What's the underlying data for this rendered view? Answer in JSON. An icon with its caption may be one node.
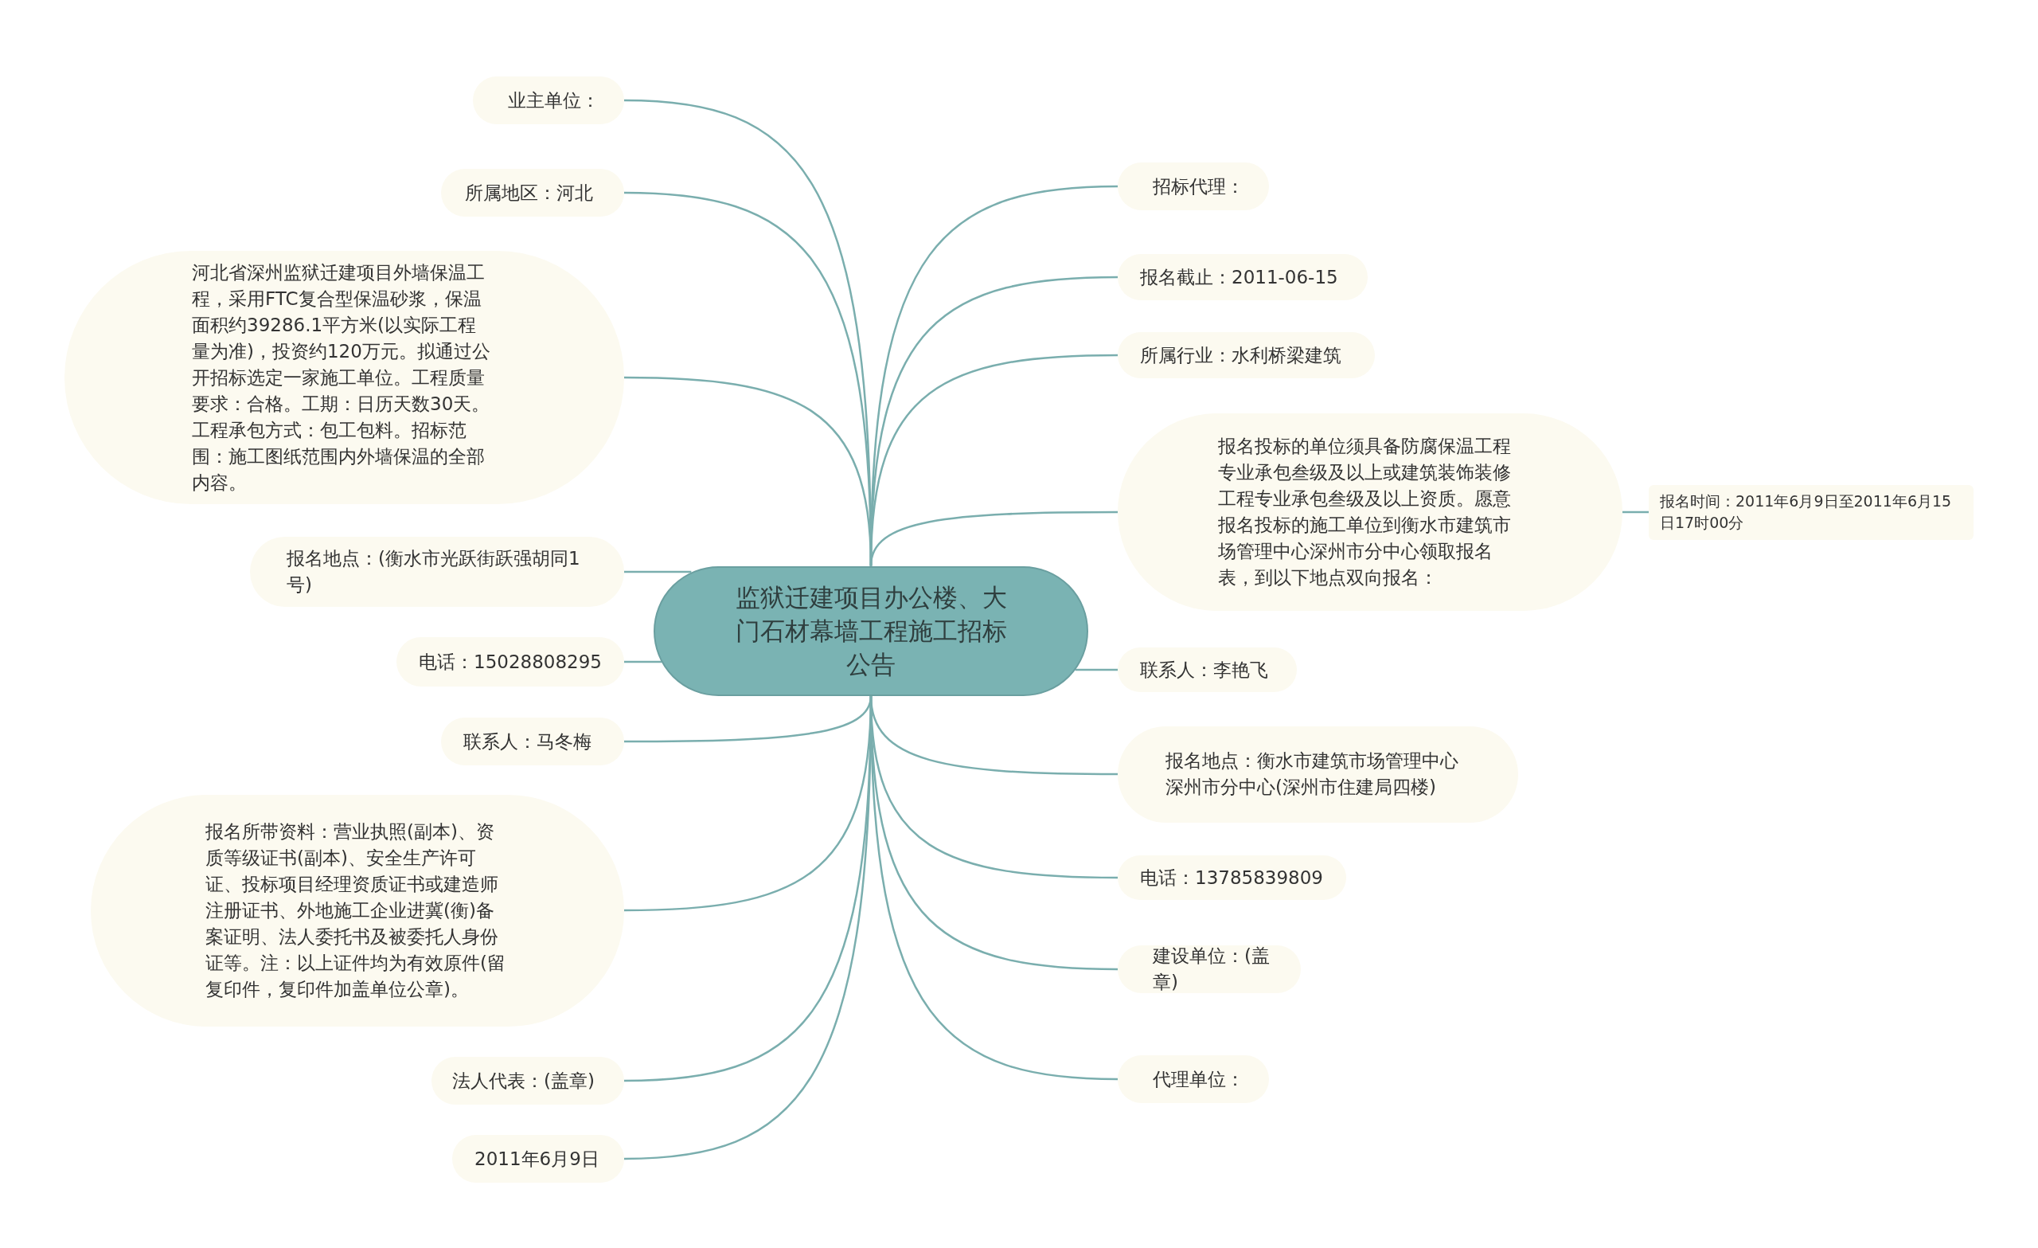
{
  "diagram": {
    "nodes": [
      {
        "text": [
          "监狱迁建项目办公楼、大门石材幕墙工程施工招标公告"
        ]
      },
      {
        "text": [
          "业主单位："
        ]
      },
      {
        "text": [
          "所属地区：河北"
        ]
      },
      {
        "text": [
          "河北省深州监狱迁建项目外墙保温工程，采用FTC复合型保温砂浆，保温面积约39286.1平方米(以实际工程量为准)，投资约120万元。拟通过公开招标选定一家施工单位。工程质量要求：合格。工期：日历天数30天。工程承包方式：包工包料。招标范围：施工图纸范围内外墙保温的全部内容。"
        ]
      },
      {
        "text": [
          "报名地点：(衡水市光跃街跃强胡同1号)"
        ]
      },
      {
        "text": [
          "电话：15028808295"
        ]
      },
      {
        "text": [
          "联系人：马冬梅"
        ]
      },
      {
        "text": [
          "报名所带资料：营业执照(副本)、资质等级证书(副本)、安全生产许可证、投标项目经理资质证书或建造师注册证书、外地施工企业进冀(衡)备案证明、法人委托书及被委托人身份证等。注：以上证件均为有效原件(留复印件，复印件加盖单位公章)。"
        ]
      },
      {
        "text": [
          "法人代表：(盖章)"
        ]
      },
      {
        "text": [
          "2011年6月9日"
        ]
      },
      {
        "text": [
          "招标代理："
        ]
      },
      {
        "text": [
          "报名截止：2011-06-15"
        ]
      },
      {
        "text": [
          "所属行业：水利桥梁建筑"
        ]
      },
      {
        "text": [
          "报名投标的单位须具备防腐保温工程专业承包叁级及以上或建筑装饰装修工程专业承包叁级及以上资质。愿意报名投标的施工单位到衡水市建筑市场管理中心深州市分中心领取报名表，到以下地点双向报名："
        ]
      },
      {
        "text": [
          "报名时间：2011年6月9日至2011年6月15日17时00分"
        ]
      },
      {
        "text": [
          "联系人：李艳飞"
        ]
      },
      {
        "text": [
          "报名地点：衡水市建筑市场管理中心深州市分中心(深州市住建局四楼)"
        ]
      },
      {
        "text": [
          "电话：13785839809"
        ]
      },
      {
        "text": [
          "建设单位：(盖章)"
        ]
      },
      {
        "text": [
          "代理单位："
        ]
      }
    ],
    "edges": [
      {
        "from": 0,
        "to": 1,
        "arrow": "none"
      },
      {
        "from": 0,
        "to": 2,
        "arrow": "none"
      },
      {
        "from": 0,
        "to": 3,
        "arrow": "none"
      },
      {
        "from": 0,
        "to": 4,
        "arrow": "none"
      },
      {
        "from": 0,
        "to": 5,
        "arrow": "none"
      },
      {
        "from": 0,
        "to": 6,
        "arrow": "none"
      },
      {
        "from": 0,
        "to": 7,
        "arrow": "none"
      },
      {
        "from": 0,
        "to": 8,
        "arrow": "none"
      },
      {
        "from": 0,
        "to": 9,
        "arrow": "none"
      },
      {
        "from": 0,
        "to": 10,
        "arrow": "none"
      },
      {
        "from": 0,
        "to": 11,
        "arrow": "none"
      },
      {
        "from": 0,
        "to": 12,
        "arrow": "none"
      },
      {
        "from": 0,
        "to": 13,
        "arrow": "none"
      },
      {
        "from": 13,
        "to": 14,
        "arrow": "none"
      },
      {
        "from": 0,
        "to": 15,
        "arrow": "none"
      },
      {
        "from": 0,
        "to": 16,
        "arrow": "none"
      },
      {
        "from": 0,
        "to": 17,
        "arrow": "none"
      },
      {
        "from": 0,
        "to": 18,
        "arrow": "none"
      },
      {
        "from": 0,
        "to": 19,
        "arrow": "none"
      }
    ]
  }
}
